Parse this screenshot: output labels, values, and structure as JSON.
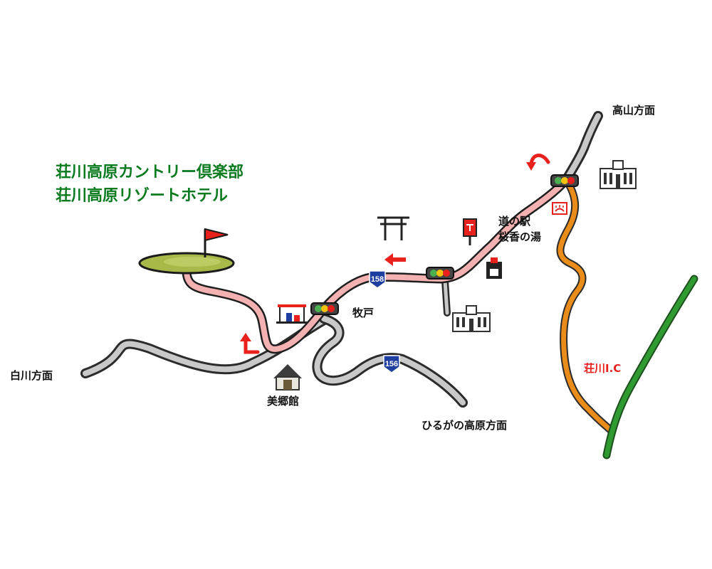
{
  "title": {
    "line1": "荘川高原カントリー倶楽部",
    "line2": "荘川高原リゾートホテル"
  },
  "destinations": {
    "takayama": "高山方面",
    "shirakawa": "白川方面",
    "hirugano": "ひるがの高原方面"
  },
  "places": {
    "michinoeki": "道の駅",
    "sakuranoyu": "桜香の湯",
    "makido": "牧戸",
    "bigokan": "美郷館",
    "ic": "荘川I.C"
  },
  "routes": {
    "r158": "158",
    "r156": "156"
  },
  "colors": {
    "route_to_club": "#f2a7a7",
    "expressway": "#e98c1a",
    "expressway_green": "#2f9a2f",
    "road": "#bdbdbd",
    "title_green": "#0a7a1f",
    "arrow_red": "#e8211d"
  },
  "icons": [
    "golf-flag-icon",
    "torii-icon",
    "post-office-icon",
    "police-box-icon",
    "school-icon",
    "building-icon",
    "onsen-icon",
    "gas-station-icon",
    "inn-icon",
    "traffic-light-icon",
    "arrow-icon",
    "route-shield-icon"
  ]
}
